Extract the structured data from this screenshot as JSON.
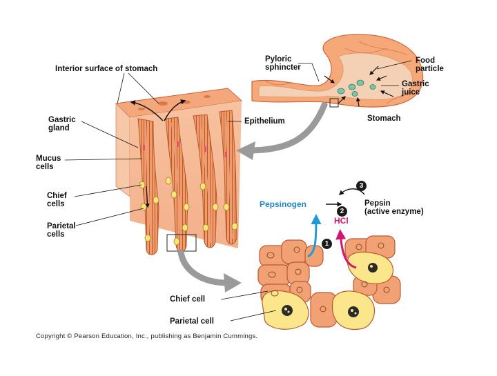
{
  "labels": {
    "interior_surface": "Interior surface of stomach",
    "gastric_gland_1": "Gastric",
    "gastric_gland_2": "gland",
    "mucus_cells_1": "Mucus",
    "mucus_cells_2": "cells",
    "chief_cells_1": "Chief",
    "chief_cells_2": "cells",
    "parietal_cells_1": "Parietal",
    "parietal_cells_2": "cells",
    "epithelium": "Epithelium",
    "pyloric_1": "Pyloric",
    "pyloric_2": "sphincter",
    "food_1": "Food",
    "food_2": "particle",
    "gastric_juice_1": "Gastric",
    "gastric_juice_2": "juice",
    "stomach": "Stomach",
    "pepsinogen": "Pepsinogen",
    "pepsin_1": "Pepsin",
    "pepsin_2": "(active enzyme)",
    "hcl": "HCl",
    "chief_cell": "Chief cell",
    "parietal_cell": "Parietal cell"
  },
  "steps": {
    "one": "1",
    "two": "2",
    "three": "3"
  },
  "copyright": "Copyright © Pearson Education, Inc., publishing as Benjamin Cummings.",
  "colors": {
    "tissue": "#f1a173",
    "tissue_dark": "#c8643a",
    "yellow_cell": "#fbe68c",
    "pepsinogen_arrow": "#1f9ad6",
    "hcl_arrow": "#d4146e",
    "gray_arrow": "#9a9a9a"
  }
}
